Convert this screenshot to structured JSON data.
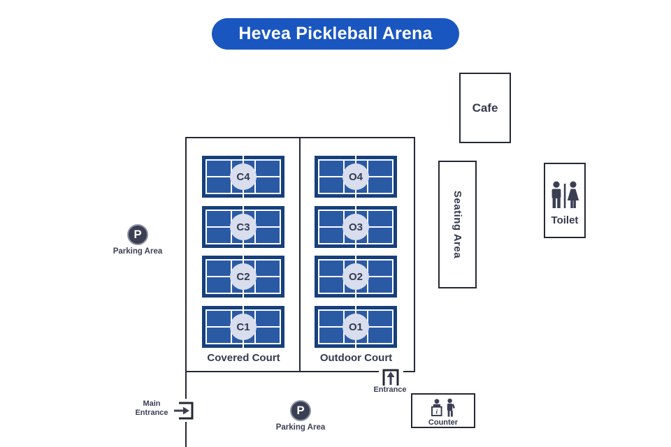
{
  "title": "Hevea Pickleball Arena",
  "courts": {
    "covered": {
      "label": "Covered Court",
      "items": [
        "C4",
        "C3",
        "C2",
        "C1"
      ]
    },
    "outdoor": {
      "label": "Outdoor Court",
      "items": [
        "O4",
        "O3",
        "O2",
        "O1"
      ]
    }
  },
  "facilities": {
    "cafe": "Cafe",
    "seating": "Seating Area",
    "toilet": "Toilet",
    "counter": "Counter"
  },
  "parking": {
    "symbol": "P",
    "label": "Parking Area"
  },
  "entrances": {
    "main": {
      "line1": "Main",
      "line2": "Entrance"
    },
    "side": "Entrance"
  },
  "palette": {
    "title_bg": "#1a56c0",
    "court_outer": "#17407c",
    "court_inner": "#2b5aa5",
    "court_lines": "#ffffff",
    "court_circle": "#d8deee",
    "wall": "#242836",
    "text": "#333a4e",
    "icon": "#3b3f54"
  }
}
